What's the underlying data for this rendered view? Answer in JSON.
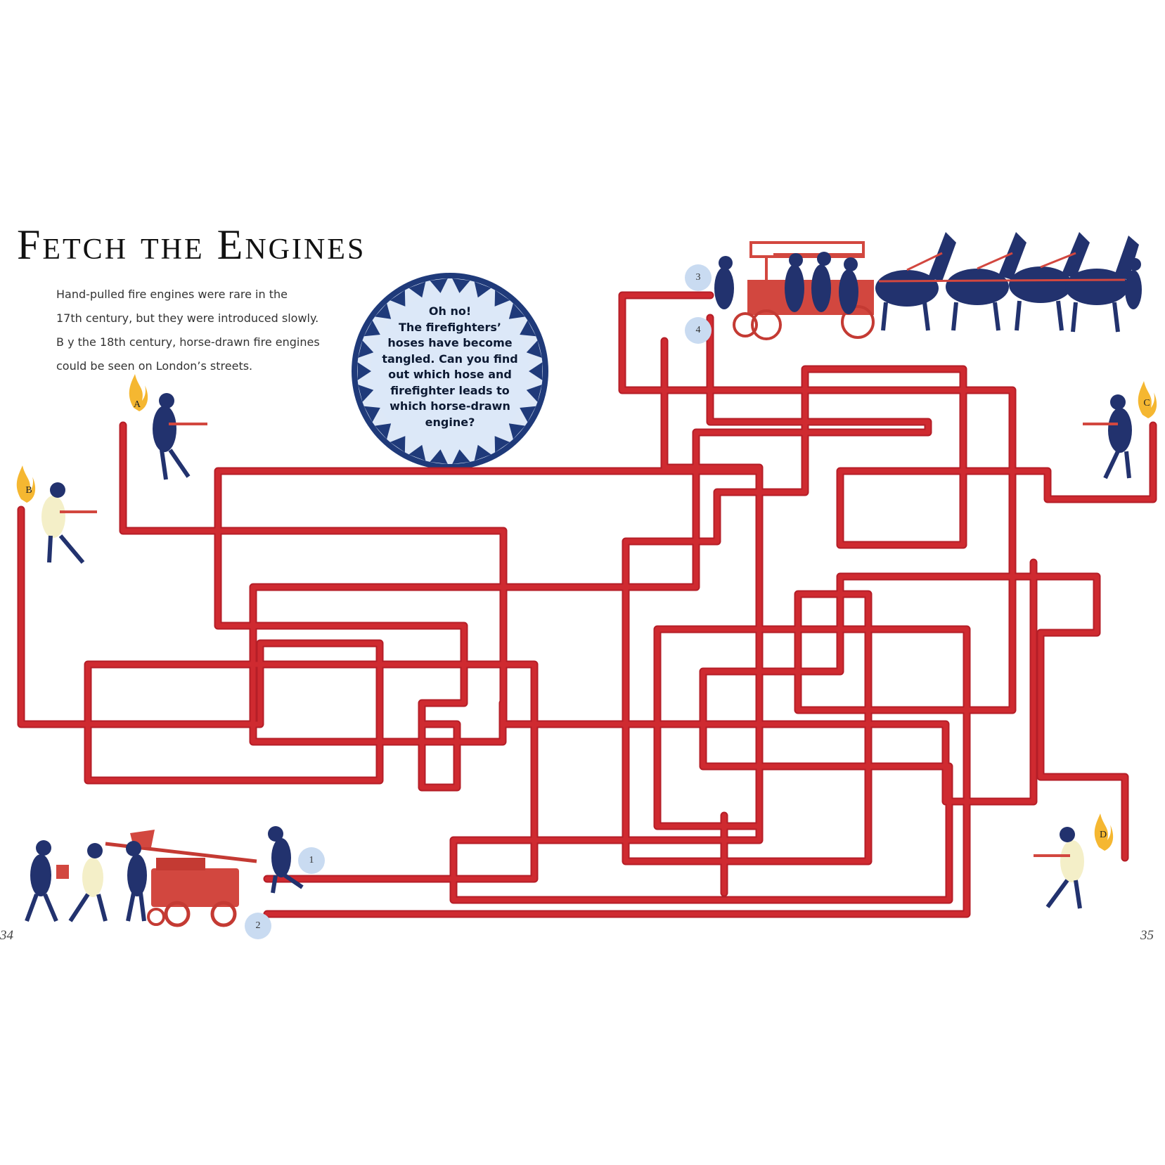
{
  "title": "Fetch the Engines",
  "intro_lines": [
    "Hand-pulled fire engines were rare in the",
    "17th century, but they were introduced slowly.",
    "B y the 18th century, horse-drawn fire engines",
    "could be seen on London’s streets."
  ],
  "bubble_lines": [
    "Oh no!",
    "The firefighters’",
    "hoses have become",
    "tangled. Can you find",
    "out which hose and",
    "firefighter leads to",
    "which horse-drawn",
    "engine?"
  ],
  "engine_labels": [
    "1",
    "2",
    "3",
    "4"
  ],
  "firefighter_labels": [
    "A",
    "B",
    "C",
    "D"
  ],
  "page_numbers": {
    "left": "34",
    "right": "35"
  },
  "colors": {
    "hose": "#c8232b",
    "hose_highlight": "#e04a4f",
    "navy": "#1f2f66",
    "engine_red": "#d2473f",
    "circle_blue": "#c9dbf1",
    "flame": "#f5b731"
  }
}
